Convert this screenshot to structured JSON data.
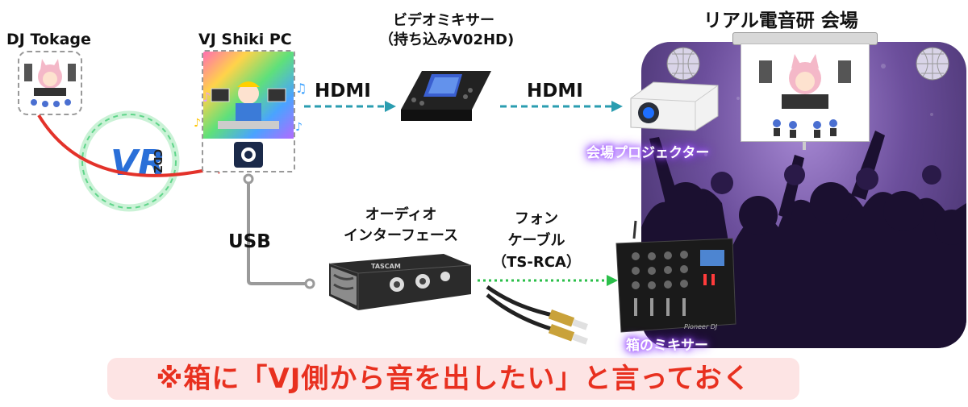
{
  "labels": {
    "dj_name": "DJ Tokage",
    "vj_pc": "VJ Shiki PC",
    "video_mixer_line1": "ビデオミキサー",
    "video_mixer_line2": "（持ち込みV02HD)",
    "venue_title": "リアル電音研 会場",
    "hdmi_left": "HDMI",
    "hdmi_right": "HDMI",
    "usb": "USB",
    "audio_if_line1": "オーディオ",
    "audio_if_line2": "インターフェース",
    "phone_cable_line1": "フォン",
    "phone_cable_line2": "ケーブル",
    "phone_cable_line3": "（TS-RCA）",
    "projector_caption": "会場プロジェクター",
    "mixer_caption": "箱のミキサー",
    "vr_logo": "VR",
    "vr_logo_side": "CDZ",
    "interface_brand": "TASCAM",
    "mixer_brand": "Pioneer DJ",
    "obs_caption": "OBS"
  },
  "note": "※箱に「VJ側から音を出したい」と言っておく",
  "colors": {
    "hdmi_arrow": "#2a9db0",
    "audio_arrow": "#2bbf4a",
    "dj_arrow": "#e3322a",
    "usb_line": "#9a9a9a",
    "note_text": "#e8301f",
    "note_bg": "#fde4e4",
    "venue_glow": "#8a3cff"
  }
}
